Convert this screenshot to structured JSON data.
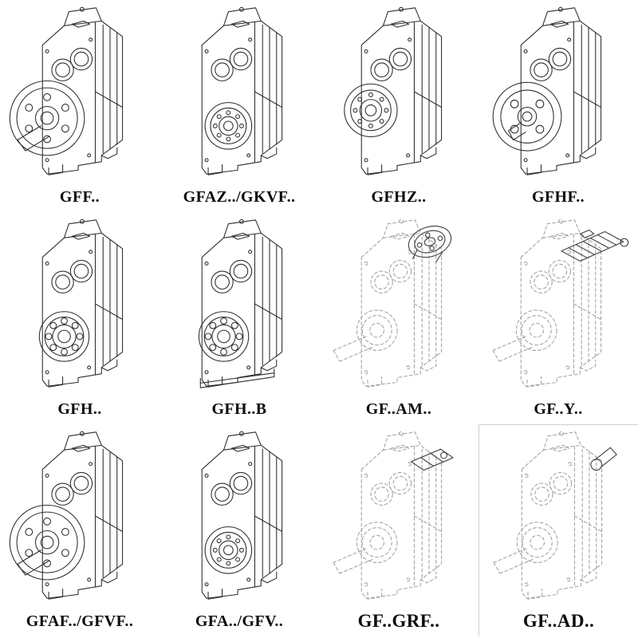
{
  "page": {
    "background": "#ffffff",
    "description": "Catalog sheet of parallel-shaft helical gear reducer model variants, isometric technical line drawings with model codes"
  },
  "colors": {
    "line": "#2e2e2e",
    "ghost_line": "#a3a3a3",
    "attachment_line": "#4a4a4a",
    "label": "#0c0c0c"
  },
  "catalog": {
    "items": [
      {
        "id": "gff",
        "label": "GFF..",
        "variant": "flange",
        "boxed": false
      },
      {
        "id": "gfaz-gkvf",
        "label": "GFAZ../GKVF..",
        "variant": "hollow",
        "boxed": false
      },
      {
        "id": "gfhz",
        "label": "GFHZ..",
        "variant": "hollow-left",
        "boxed": false
      },
      {
        "id": "gfhf",
        "label": "GFHF..",
        "variant": "flange-stub",
        "boxed": false
      },
      {
        "id": "gfh",
        "label": "GFH..",
        "variant": "bearing",
        "boxed": false
      },
      {
        "id": "gfh-b",
        "label": "GFH..B",
        "variant": "bearing-base",
        "boxed": false
      },
      {
        "id": "gf-am",
        "label": "GF..AM..",
        "variant": "ghost-topflange",
        "boxed": false
      },
      {
        "id": "gf-y",
        "label": "GF..Y..",
        "variant": "ghost-motor",
        "boxed": false
      },
      {
        "id": "gfaf-gfvf",
        "label": "GFAF../GFVF..",
        "variant": "flange",
        "boxed": false
      },
      {
        "id": "gfa-gfv",
        "label": "GFA../GFV..",
        "variant": "hollow",
        "boxed": false
      },
      {
        "id": "gf-grf",
        "label": "GF..GRF..",
        "variant": "ghost-adapter",
        "boxed": false
      },
      {
        "id": "gf-ad",
        "label": "GF..AD..",
        "variant": "ghost-shaft",
        "boxed": true
      }
    ]
  }
}
